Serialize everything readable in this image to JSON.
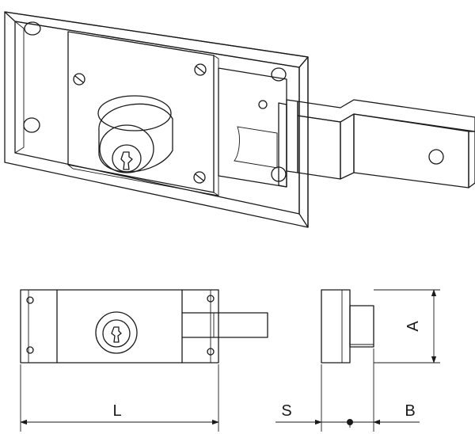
{
  "colors": {
    "line": "#1a1a1a",
    "face": "#e6e6e6",
    "face_light": "#f1f1f1",
    "shadow": "#c9c9c9",
    "background": "#ffffff"
  },
  "dimensions": {
    "length_label": "L",
    "height_label": "A",
    "setback_label": "S",
    "bolt_label": "B"
  }
}
